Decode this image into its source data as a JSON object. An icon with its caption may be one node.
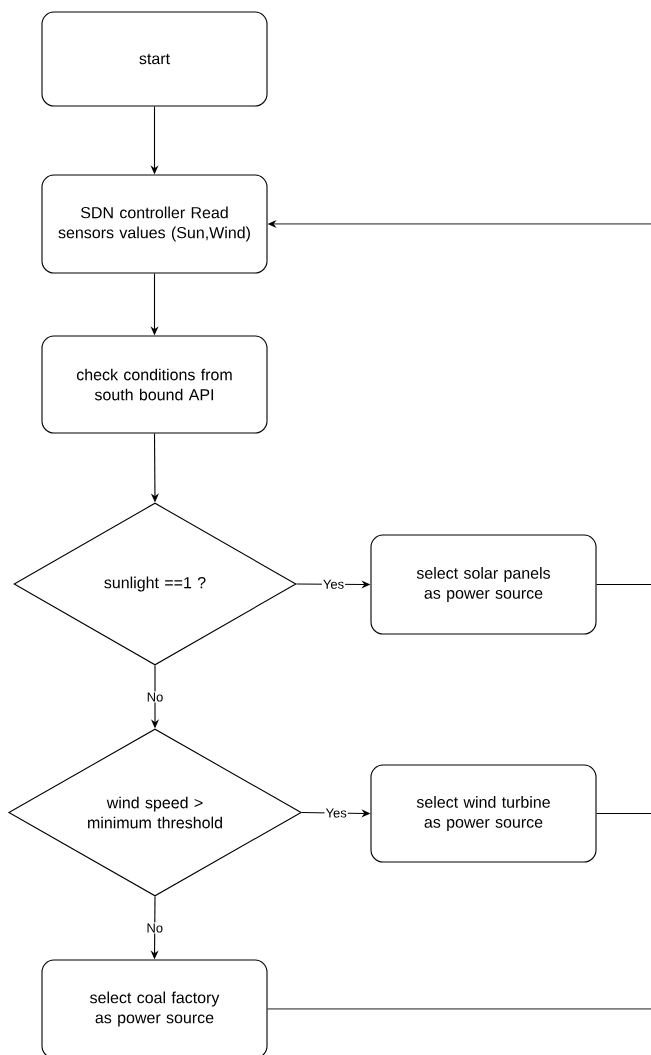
{
  "diagram": {
    "nodes": [
      {
        "text": [
          "start"
        ]
      },
      {
        "text": [
          "SDN controller Read sensors values (Sun,Wind)"
        ]
      },
      {
        "text": [
          "check conditions from south bound API"
        ]
      },
      {
        "text": [
          "sunlight ==1 ?"
        ]
      },
      {
        "text": [
          "select solar panels as power source"
        ]
      },
      {
        "text": [
          "wind speed > minimum threshold"
        ]
      },
      {
        "text": [
          "select wind turbine as power source"
        ]
      },
      {
        "text": [
          "select coal factory as power source"
        ]
      }
    ],
    "edges": [
      {
        "from": 0,
        "to": 1,
        "arrow": "to"
      },
      {
        "from": 1,
        "to": 2,
        "arrow": "to"
      },
      {
        "from": 2,
        "to": 3,
        "arrow": "to"
      },
      {
        "from": 3,
        "to": 4,
        "arrow": "to",
        "label": "Yes"
      },
      {
        "from": 3,
        "to": 5,
        "arrow": "to",
        "label": "No"
      },
      {
        "from": 5,
        "to": 6,
        "arrow": "to",
        "label": "Yes"
      },
      {
        "from": 5,
        "to": 7,
        "arrow": "to",
        "label": "No"
      },
      {
        "from": null,
        "to": 1,
        "arrow": "to"
      },
      {
        "from": 4,
        "to": null,
        "arrow": "none"
      },
      {
        "from": 6,
        "to": null,
        "arrow": "none"
      },
      {
        "from": 7,
        "to": null,
        "arrow": "none"
      }
    ]
  }
}
